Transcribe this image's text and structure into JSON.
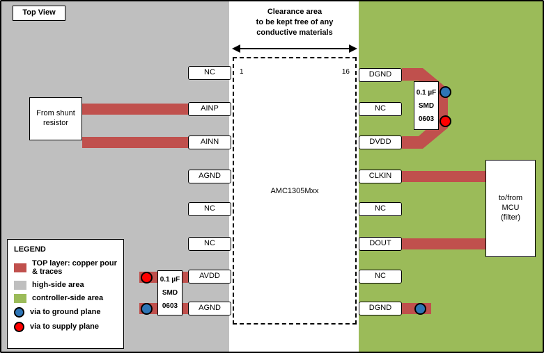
{
  "title": "Top View",
  "clearance_note": "Clearance area\nto be kept free of any\nconductive materials",
  "chip": {
    "label": "AMC1305Mxx",
    "first_pin": "1",
    "last_pin": "16"
  },
  "pins": {
    "left": [
      "NC",
      "AINP",
      "AINN",
      "AGND",
      "NC",
      "NC",
      "AVDD",
      "AGND"
    ],
    "right": [
      "DGND",
      "NC",
      "DVDD",
      "CLKIN",
      "NC",
      "DOUT",
      "NC",
      "DGND"
    ]
  },
  "annotations": {
    "shunt": "From shunt\nresistor",
    "mcu": "to/from\nMCU\n(filter)",
    "capacitor": "0.1 µF\nSMD\n0603"
  },
  "legend": {
    "title": "LEGEND",
    "items": [
      {
        "swatch": "copper",
        "label": "TOP layer: copper pour & traces"
      },
      {
        "swatch": "high-side",
        "label": "high-side area"
      },
      {
        "swatch": "controller-side",
        "label": "controller-side area"
      },
      {
        "swatch": "via-ground",
        "label": "via to ground plane"
      },
      {
        "swatch": "via-supply",
        "label": "via to supply plane"
      }
    ]
  },
  "colors": {
    "copper": "#c0504d",
    "high_side_area": "#bfbfbf",
    "controller_side_area": "#9bbb59",
    "via_ground": "#2e75b6",
    "via_supply": "#ff0000"
  }
}
